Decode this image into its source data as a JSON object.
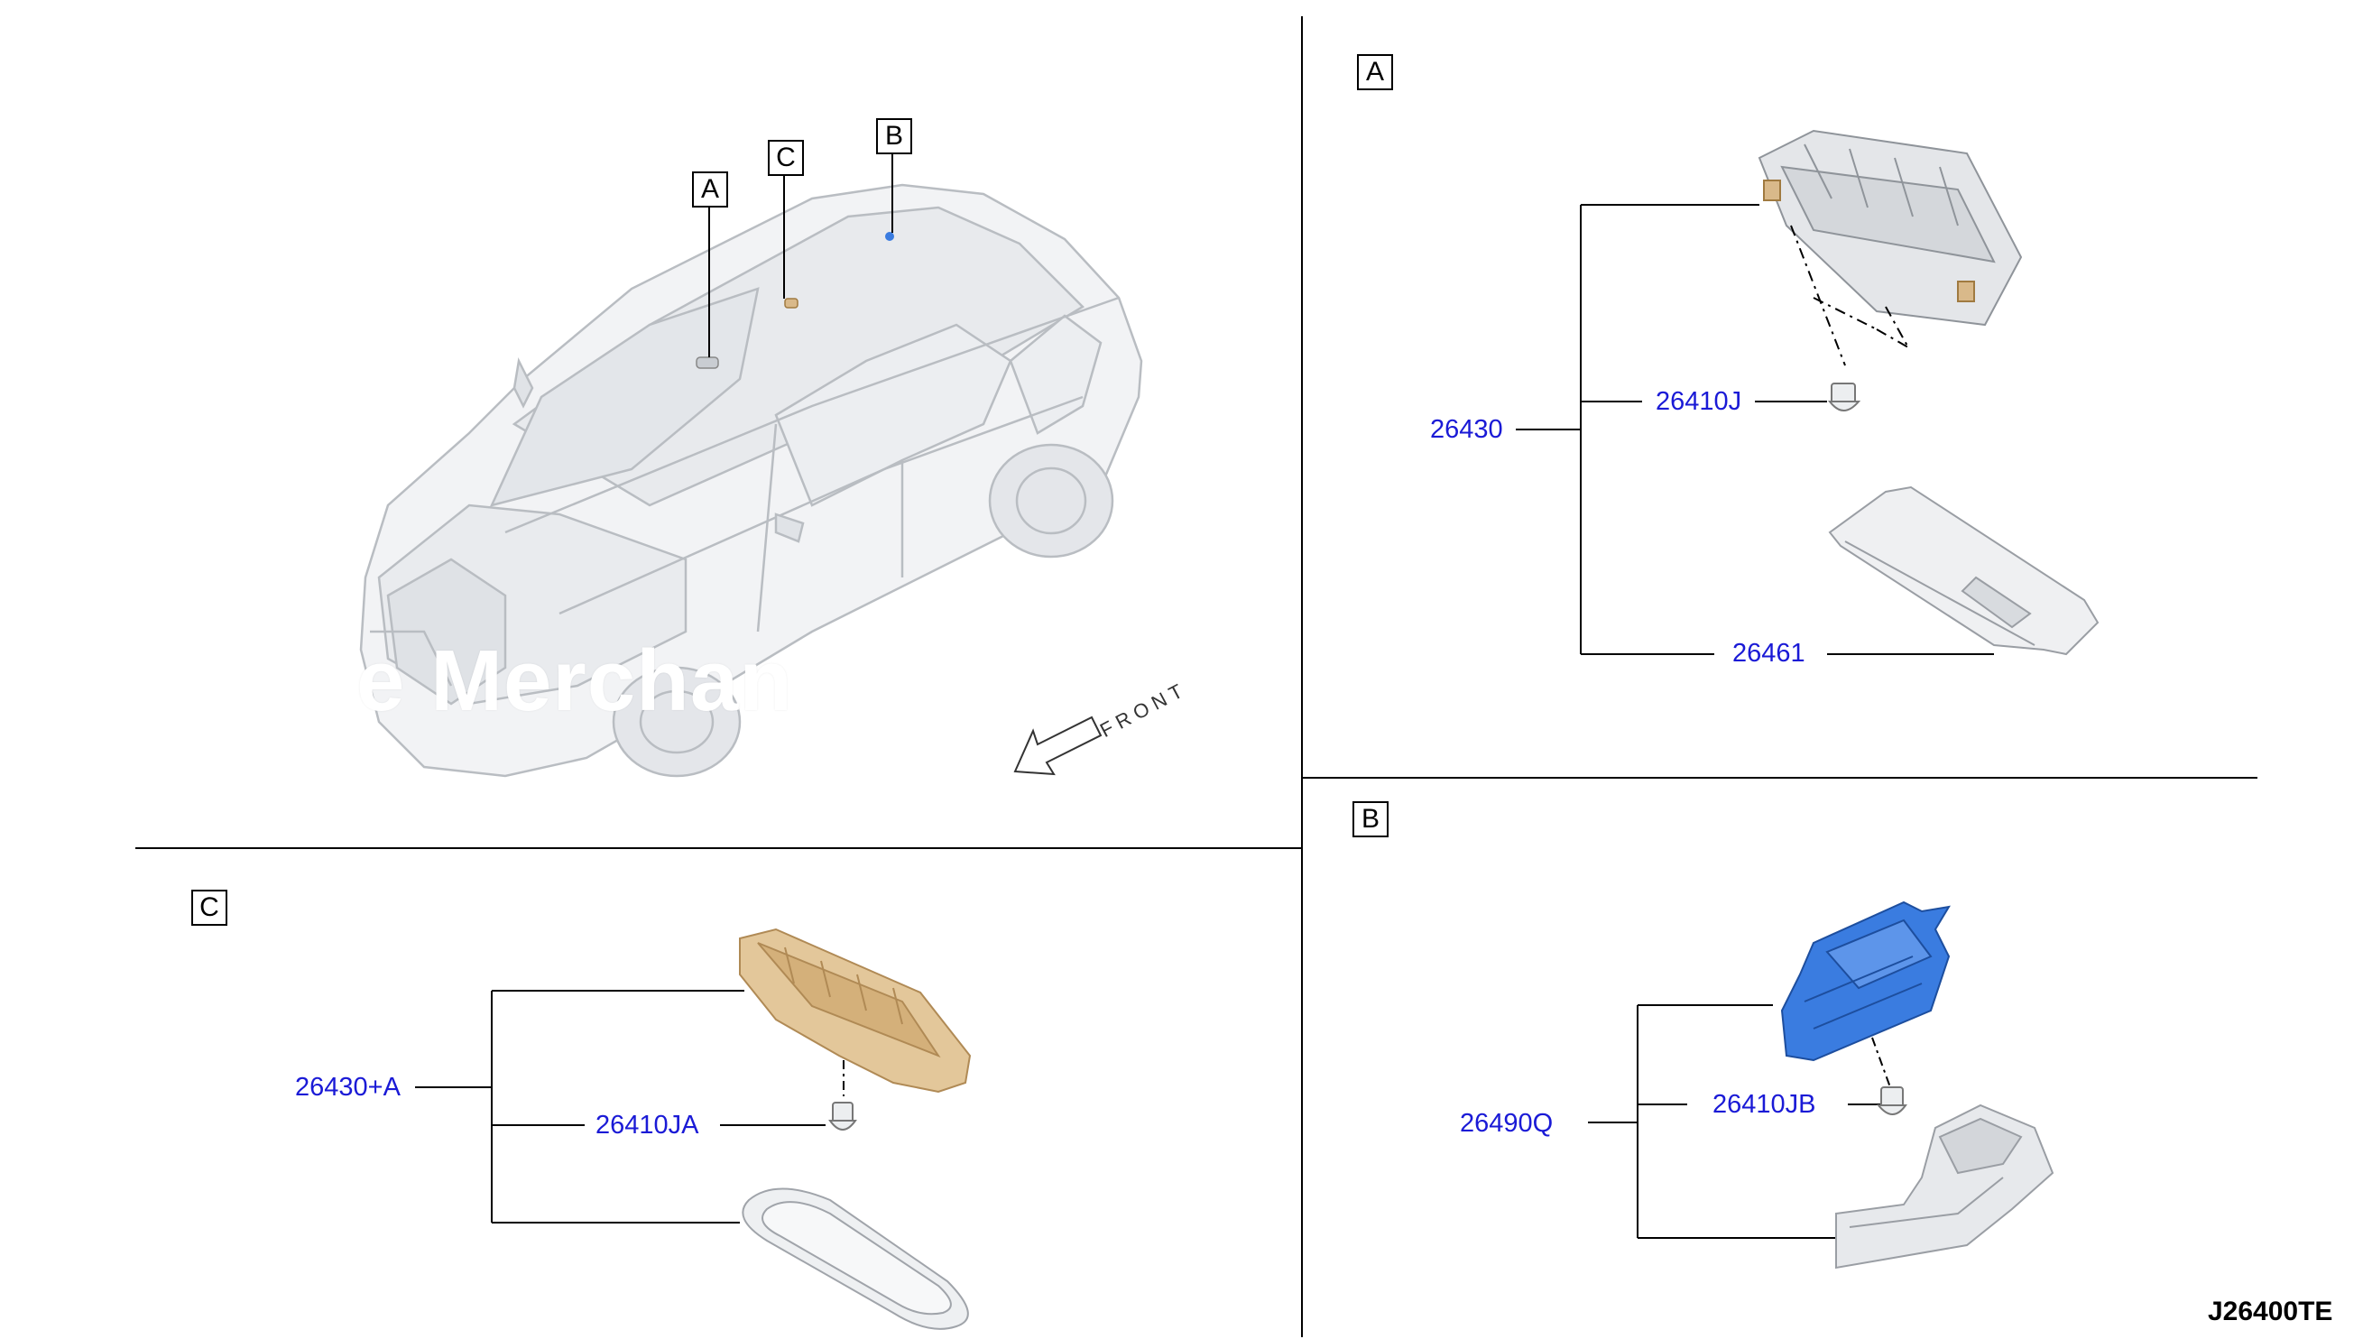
{
  "diagram_code": "J26400TE",
  "watermark": "e Merchan",
  "front_label": "FRONT",
  "section_letters": {
    "overview": [
      "A",
      "C",
      "B"
    ],
    "panel_a": "A",
    "panel_b": "B",
    "panel_c": "C"
  },
  "parts": {
    "panel_a": {
      "assembly": "26430",
      "bulb": "26410J",
      "lens": "26461"
    },
    "panel_b": {
      "assembly": "26490Q",
      "bulb": "26410JB"
    },
    "panel_c": {
      "assembly": "26430+A",
      "bulb": "26410JA"
    }
  },
  "colors": {
    "part_number_link": "#1a1ad6",
    "panel_b_lamp": "#3a7ce0",
    "panel_c_lamp": "#e3c79a",
    "line": "#000000"
  }
}
